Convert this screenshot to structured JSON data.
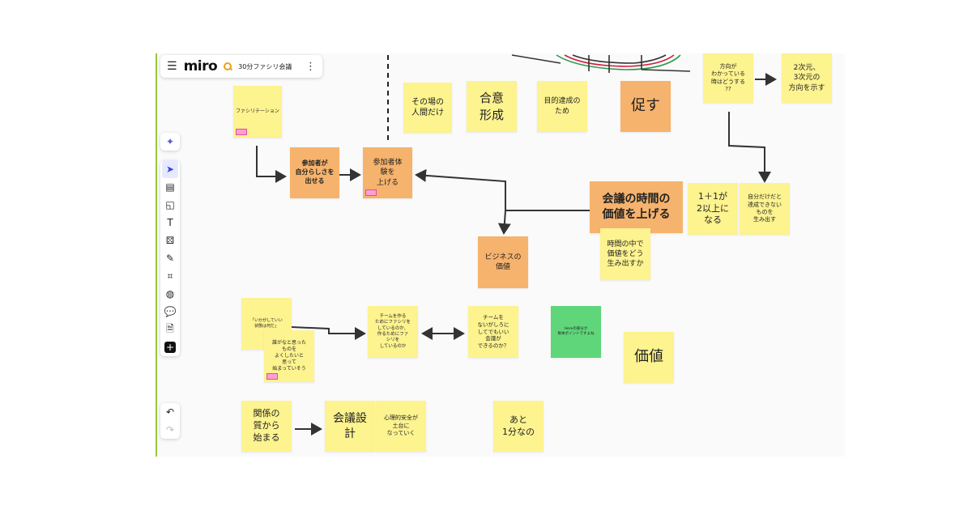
{
  "app": {
    "logo": "miro",
    "board_title": "30分ファシリ会議"
  },
  "toolbar": {
    "tools": [
      {
        "icon": "sparkle-icon",
        "glyph": "✦"
      },
      {
        "icon": "select-cursor-icon",
        "glyph": "➤"
      },
      {
        "icon": "templates-icon",
        "glyph": "▤"
      },
      {
        "icon": "sticky-note-icon",
        "glyph": "◱"
      },
      {
        "icon": "text-icon",
        "glyph": "T"
      },
      {
        "icon": "shapes-icon",
        "glyph": "⚄"
      },
      {
        "icon": "pen-icon",
        "glyph": "✎"
      },
      {
        "icon": "frame-icon",
        "glyph": "⌗"
      },
      {
        "icon": "palette-icon",
        "glyph": "◍"
      },
      {
        "icon": "comment-icon",
        "glyph": "💬"
      },
      {
        "icon": "document-icon",
        "glyph": "🗎"
      },
      {
        "icon": "add-icon",
        "glyph": "+"
      }
    ],
    "undo": "↶",
    "redo": "↷"
  },
  "stickies": [
    {
      "text": "ファシリテーション",
      "color": "#fdf38f",
      "tag": "tag"
    },
    {
      "text": "参加者が\n自分らしさを\n出せる",
      "color": "#f6b36d"
    },
    {
      "text": "参加者体\n験を\n上げる",
      "color": "#f6b36d",
      "tag": "tag"
    },
    {
      "text": "その場の\n人間だけ",
      "color": "#fdf38f"
    },
    {
      "text": "合意\n形成",
      "color": "#fdf38f"
    },
    {
      "text": "目的達成の\nため",
      "color": "#fdf38f"
    },
    {
      "text": "促す",
      "color": "#f6b36d"
    },
    {
      "text": "方向が\nわかっている\n時はどうする\n??",
      "color": "#fdf38f"
    },
    {
      "text": "2次元、\n3次元の\n方向を示す",
      "color": "#fdf38f"
    },
    {
      "text": "会議の時間の\n価値を上げる",
      "color": "#f6b36d"
    },
    {
      "text": "1＋1が\n2以上に\nなる",
      "color": "#fdf38f"
    },
    {
      "text": "自分だけだと\n達成できない\nものを\n生み出す",
      "color": "#fdf38f"
    },
    {
      "text": "時間の中で\n価値をどう\n生み出すか",
      "color": "#fdf38f"
    },
    {
      "text": "ビジネスの\n価値",
      "color": "#f6b36d"
    },
    {
      "text": "「いかがしていい\n状態は何だ」",
      "color": "#fdf38f"
    },
    {
      "text": "誰がなと思った\nものを\nよくしたいと\n思って\n始まっていそう",
      "color": "#fdf38f",
      "tag": "tag"
    },
    {
      "text": "チームを作る\nためにファシリを\nしているのか、\n作るためにファ\nシリを\nしているのか",
      "color": "#fdf38f"
    },
    {
      "text": "チームを\nないがしろに\nしてでもいい\n会議が\nできるのか？",
      "color": "#fdf38f"
    },
    {
      "text": "Hereの部分が\n根本ポイントですよね",
      "color": "#5fd67a"
    },
    {
      "text": "価値",
      "color": "#fdf38f"
    },
    {
      "text": "関係の\n質から\n始まる",
      "color": "#fdf38f"
    },
    {
      "text": "会議設\n計",
      "color": "#fdf38f"
    },
    {
      "text": "心理的安全が\n土台に\nなっていく",
      "color": "#fdf38f"
    },
    {
      "text": "あと\n1分なの",
      "color": "#fdf38f"
    }
  ]
}
